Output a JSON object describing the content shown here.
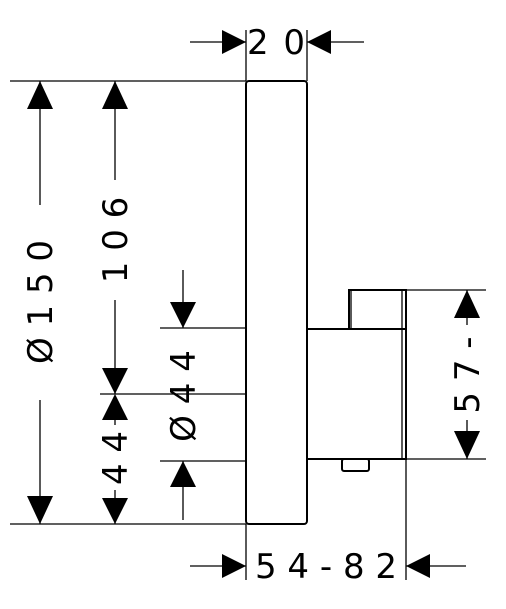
{
  "dimensions": {
    "top_width": "2 0",
    "overall_diameter": "Ø 1 5 0",
    "upper_height": "1 0 6",
    "center_diameter": "Ø 4 4",
    "lower_height": "4 4",
    "right_height": "5 7 -",
    "bottom_width": "5 4 - 8 2"
  },
  "colors": {
    "line": "#000000",
    "background": "#ffffff"
  }
}
